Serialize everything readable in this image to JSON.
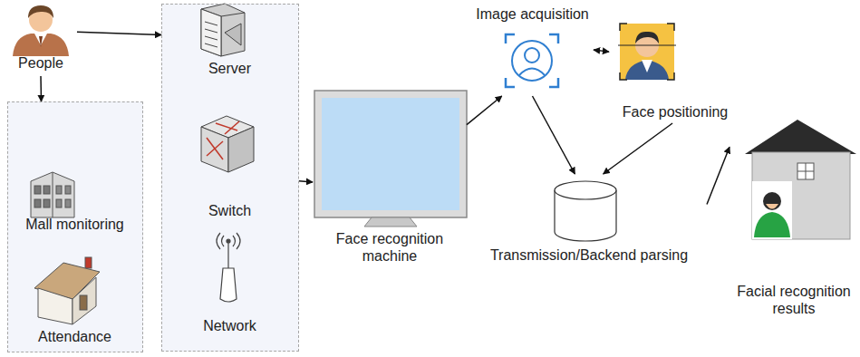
{
  "diagram": {
    "nodes": [
      {
        "text": [
          "People"
        ]
      },
      {
        "text": []
      },
      {
        "text": [
          "Mall monitoring"
        ],
        "in": 1
      },
      {
        "text": [
          "Attendance"
        ],
        "in": 1
      },
      {
        "text": []
      },
      {
        "text": [
          "Server"
        ],
        "in": 4
      },
      {
        "text": [
          "Switch"
        ],
        "in": 4
      },
      {
        "text": [
          "Network"
        ],
        "in": 4
      },
      {
        "text": [
          "Face recognition machine"
        ]
      },
      {
        "text": [
          "Image acquisition"
        ]
      },
      {
        "text": [
          "Face positioning"
        ]
      },
      {
        "text": [
          "Transmission/Backend parsing"
        ]
      },
      {
        "text": [
          "Facial recognition results"
        ]
      }
    ],
    "edges": [
      {
        "from": 0,
        "to": 1,
        "arrow": "to"
      },
      {
        "from": 0,
        "to": 4,
        "arrow": "to"
      },
      {
        "from": 4,
        "to": 8,
        "arrow": "to"
      },
      {
        "from": 8,
        "to": 9,
        "arrow": "to"
      },
      {
        "from": 9,
        "to": 10,
        "arrow": "both"
      },
      {
        "from": 9,
        "to": 11,
        "arrow": "to"
      },
      {
        "from": 10,
        "to": 11,
        "arrow": "to"
      },
      {
        "from": 11,
        "to": 12,
        "arrow": "to"
      }
    ]
  }
}
